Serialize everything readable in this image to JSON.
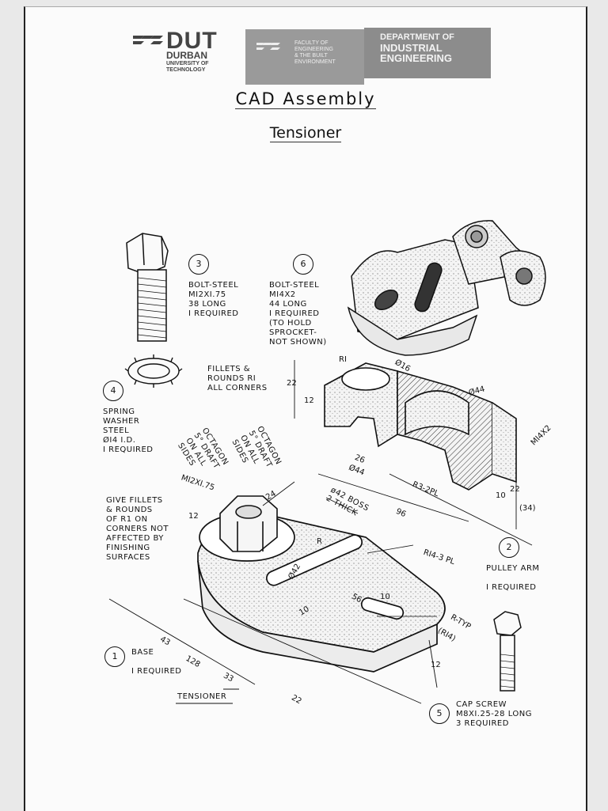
{
  "header": {
    "logo_main": "DUT",
    "logo_city": "DURBAN",
    "logo_line1": "UNIVERSITY OF",
    "logo_line2": "TECHNOLOGY",
    "faculty_lines": [
      "FACULTY OF",
      "ENGINEERING",
      "& THE BUILT",
      "ENVIRONMENT"
    ],
    "department_lines": [
      "DEPARTMENT OF",
      "INDUSTRIAL",
      "ENGINEERING"
    ]
  },
  "title": "CAD Assembly",
  "subtitle": "Tensioner",
  "parts": [
    {
      "number": "3",
      "text": "BOLT-STEEL\nMI2XI.75\n38 LONG\nI REQUIRED"
    },
    {
      "number": "6",
      "text": "BOLT-STEEL\nMI4X2\n44 LONG\nI REQUIRED\n(TO HOLD\nSPROCKET-\nNOT SHOWN)"
    },
    {
      "number": "4",
      "text": "SPRING\nWASHER\nSTEEL\nØI4 I.D.\nI REQUIRED"
    },
    {
      "number": "2",
      "text": "PULLEY ARM\n\nI REQUIRED"
    },
    {
      "number": "1",
      "text": "BASE\n\nI REQUIRED"
    },
    {
      "number": "5",
      "text": "CAP SCREW\nM8XI.25-28 LONG\n3 REQUIRED"
    }
  ],
  "notes": {
    "fillets": "FILLETS &\nROUNDS RI\nALL CORNERS",
    "octagon_right": "OCTAGON\n5° DRAFT\nON ALL\nSIDES",
    "octagon_left": "OCTAGON\n5° DRAFT\nON ALL\nSIDES",
    "give_fillets": "GIVE FILLETS\n& ROUNDS\nOF R1 ON\nCORNERS NOT\nAFFECTED BY\nFINISHING\nSURFACES",
    "drawing_label": "TENSIONER"
  },
  "dimensions": {
    "r1": "RI",
    "d16": "Ø16",
    "d44_top": "Ø44",
    "m14x2": "MI4X2",
    "d22": "22",
    "d12": "12",
    "d26": "26",
    "d44": "Ø44",
    "r3": "R3-2PL",
    "d96": "96",
    "d10": "10",
    "d22b": "22",
    "d34": "(34)",
    "m12": "MI2XI.75",
    "d24": "24",
    "boss": "ø42 BOSS\n2 THICK",
    "d12b": "12",
    "r": "R",
    "r14": "RI4-3 PL",
    "d42": "Ø42",
    "d10b": "10",
    "d56": "56",
    "d10c": "10",
    "rtyp": "R-TYP",
    "r14b": "(RI4)",
    "d43": "43",
    "d128": "128",
    "d33": "33",
    "d22c": "22",
    "d12c": "12"
  }
}
